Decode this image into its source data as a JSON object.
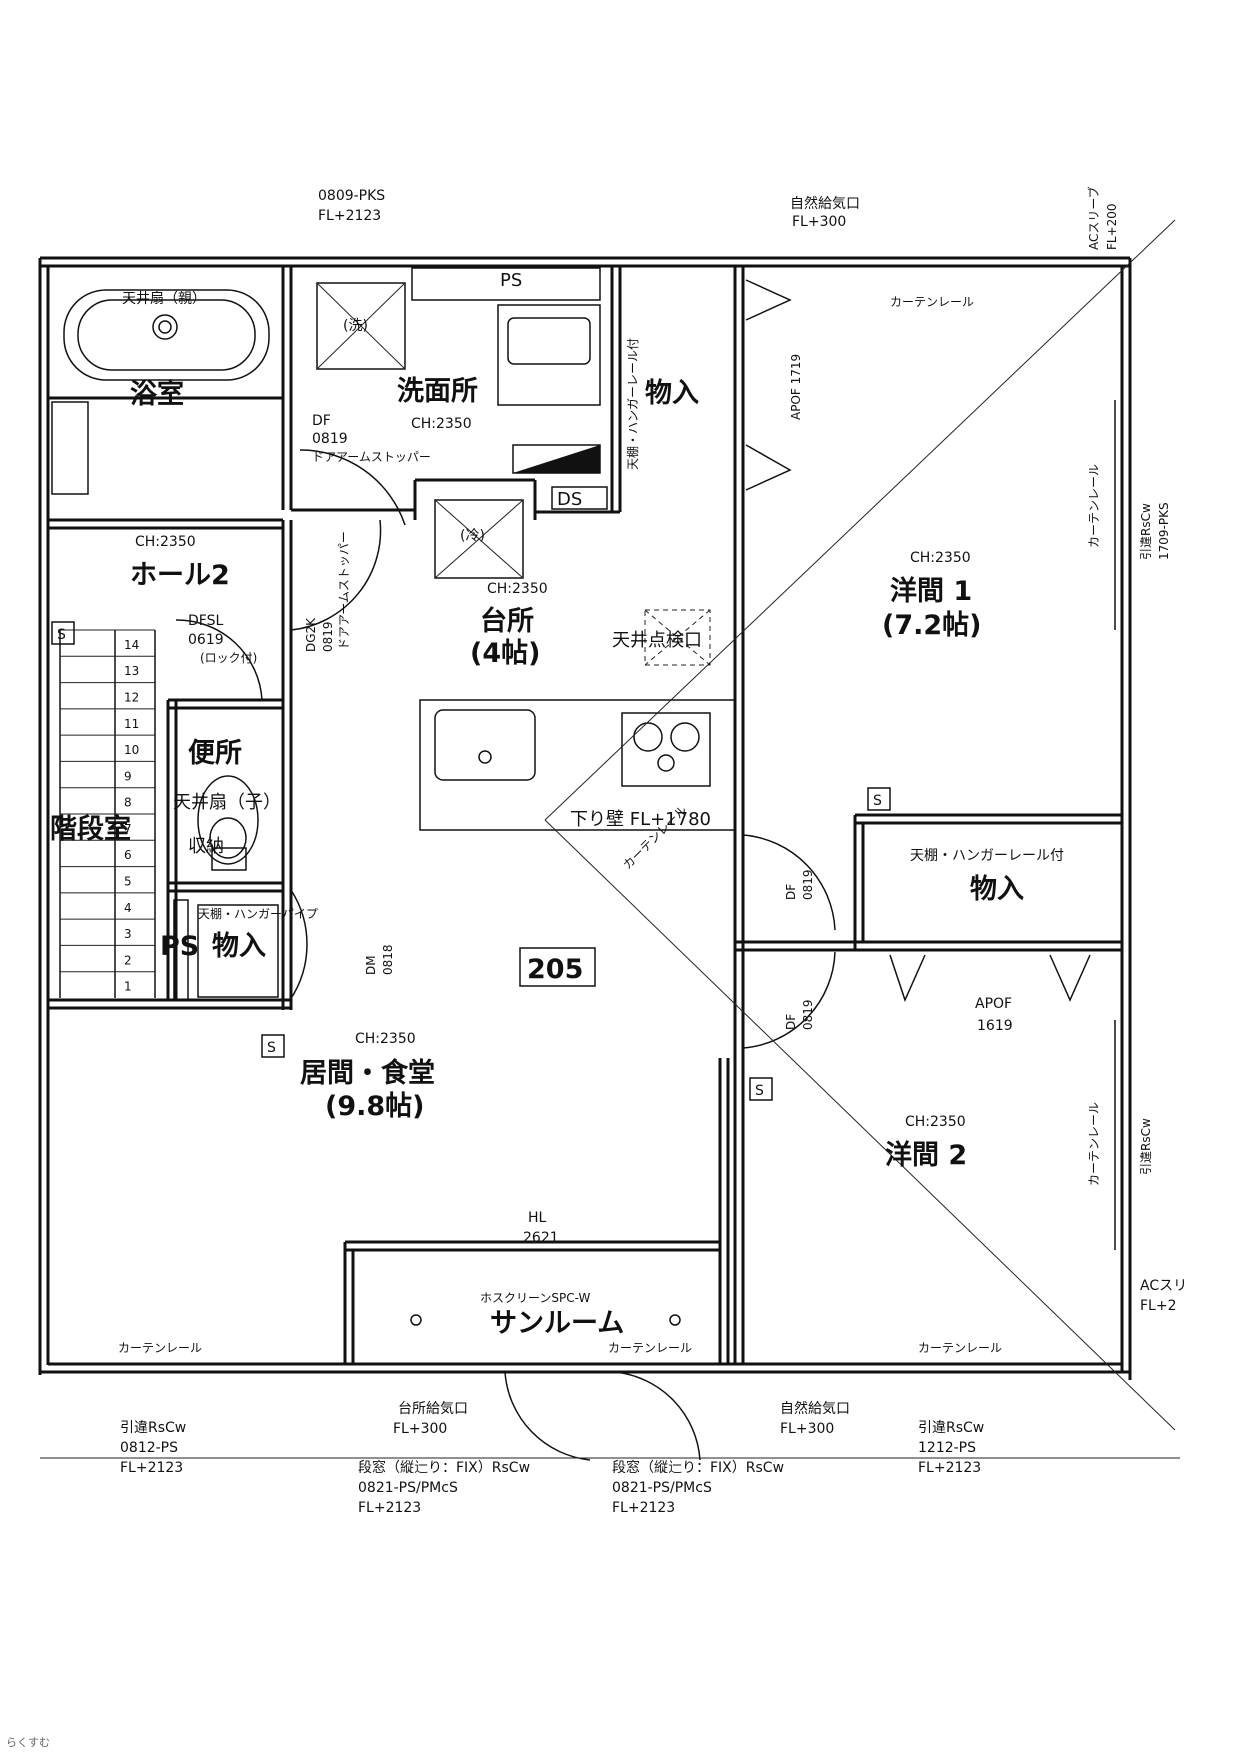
{
  "rooms": {
    "bath": "浴室",
    "bath_fan": "天井扇（親）",
    "washroom": "洗面所",
    "washroom_ch": "CH:2350",
    "wash_mark": "(洗)",
    "ps_top": "PS",
    "ds": "DS",
    "storage_top": "物入",
    "storage_top_note": "天棚・ハンガーレール付",
    "apof_top": "APOF 1719",
    "curtain_rail_top": "カーテンレール",
    "hall2": "ホール2",
    "hall2_ch": "CH:2350",
    "kitchen": "台所",
    "kitchen_size": "(4帖)",
    "kitchen_ch": "CH:2350",
    "kitchen_mark": "(冷)",
    "ceiling_inspect": "天井点検口",
    "drop_wall": "下り壁 FL+1780",
    "toilet": "便所",
    "toilet_fan": "天井扇（子）",
    "toilet_storage": "収納",
    "stair": "階段室",
    "ps_left": "PS",
    "storage_left": "物入",
    "storage_left_note": "天棚・ハンガーパイプ",
    "unit_no": "205",
    "living": "居間・食堂",
    "living_size": "(9.8帖)",
    "living_ch": "CH:2350",
    "western1": "洋間 1",
    "western1_size": "(7.2帖)",
    "western1_ch": "CH:2350",
    "storage_right": "物入",
    "storage_right_note": "天棚・ハンガーレール付",
    "apof_right_1": "APOF",
    "apof_right_2": "1619",
    "western2": "洋間 2",
    "western2_ch": "CH:2350",
    "sunroom": "サンルーム",
    "sunroom_screen": "ホスクリーンSPC-W",
    "hl_1": "HL",
    "hl_2": "2621",
    "curtain_rail_right_v": "カーテンレール",
    "curtain_rail_right2_v": "カーテンレール",
    "curtain_rail_w1_v": "カーテンレール"
  },
  "doors": {
    "df_wash_1": "DF",
    "df_wash_2": "0819",
    "df_wash_3": "ドアアームストッパー",
    "dg2k_1": "DG2K",
    "dg2k_2": "0819",
    "dg2k_3": "ドアアームストッパー",
    "dfsl_1": "DFSL",
    "dfsl_2": "0619",
    "dfsl_3": "(ロック付)",
    "dm_1": "DM",
    "dm_2": "0818",
    "df_w1_1": "DF",
    "df_w1_2": "0819",
    "df_w2_1": "DF",
    "df_w2_2": "0819"
  },
  "top_notes": {
    "vent_top_1": "自然給気口",
    "vent_top_2": "FL+300",
    "win_top_1": "0809-PKS",
    "win_top_2": "FL+2123",
    "ac_top_1": "ACスリーブ",
    "ac_top_2": "FL+200"
  },
  "right_notes": {
    "slide_right_1": "引違RsCw",
    "slide_right_2": "1709-PKS",
    "slide_right2_1": "引違RsCw",
    "ac_right_1": "ACスリ",
    "ac_right_2": "FL+2"
  },
  "bottom_notes": {
    "curtain_left": "カーテンレール",
    "curtain_mid": "カーテンレール",
    "curtain_right": "カーテンレール",
    "slide_left_1": "引違RsCw",
    "slide_left_2": "0812-PS",
    "slide_left_3": "FL+2123",
    "vent_kitchen_1": "台所給気口",
    "vent_kitchen_2": "FL+300",
    "step_win_a_1": "段窓（縦辷り：FIX）RsCw",
    "step_win_a_2": "0821-PS/PMcS",
    "step_win_a_3": "FL+2123",
    "step_win_b_1": "段窓（縦辷り：FIX）RsCw",
    "step_win_b_2": "0821-PS/PMcS",
    "step_win_b_3": "FL+2123",
    "vent_right_1": "自然給気口",
    "vent_right_2": "FL+300",
    "slide_right_1": "引違RsCw",
    "slide_right_2": "1212-PS",
    "slide_right_3": "FL+2123"
  },
  "stair_steps": [
    "14",
    "13",
    "12",
    "11",
    "10",
    "9",
    "8",
    "7",
    "6",
    "5",
    "4",
    "3",
    "2",
    "1"
  ],
  "s_marks": [
    "S",
    "S",
    "S",
    "S"
  ],
  "watermark": "らくすむ"
}
